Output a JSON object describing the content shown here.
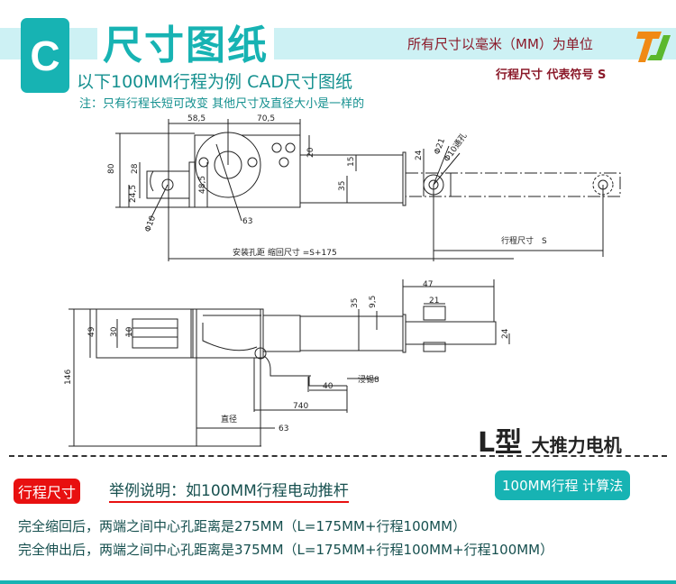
{
  "header": {
    "badge": "C",
    "title": "尺寸图纸",
    "unit_note": "所有尺寸以毫米（MM）为单位",
    "symbol_note": "行程尺寸 代表符号 S",
    "subtitle": "以下100MM行程为例 CAD尺寸图纸",
    "note": "注：只有行程长短可改变 其他尺寸及直径大小是一样的"
  },
  "drawing_top": {
    "d1": "58,5",
    "d2": "70,5",
    "d3": "80",
    "d4": "28",
    "d5": "24,5",
    "d6": "Φ10",
    "d7": "48,5",
    "d8": "63",
    "d9": "20",
    "d10": "15",
    "d11": "35",
    "d12": "24",
    "d13": "Φ21",
    "d14": "Φ10通孔",
    "mount": "安装孔距 缩回尺寸 =S+175",
    "stroke": "行程尺寸　S"
  },
  "drawing_side": {
    "d1": "146",
    "d2": "49",
    "d3": "30",
    "d4": "10",
    "d5": "35",
    "d6": "9,5",
    "d7": "47",
    "d8": "21",
    "d9": "24",
    "d10": "40",
    "d11": "740",
    "d12": "浸锡8",
    "diam_label": "直径",
    "diam": "63"
  },
  "model": {
    "letter": "L型",
    "name": "大推力电机"
  },
  "example": {
    "tag": "行程尺寸",
    "title": "举例说明：如100MM行程电动推杆",
    "calc_button": "100MM行程 计算法",
    "line1": "完全缩回后，两端之间中心孔距离是275MM（L=175MM+行程100MM）",
    "line2": "完全伸出后，两端之间中心孔距离是375MM（L=175MM+行程100MM+行程100MM）"
  }
}
